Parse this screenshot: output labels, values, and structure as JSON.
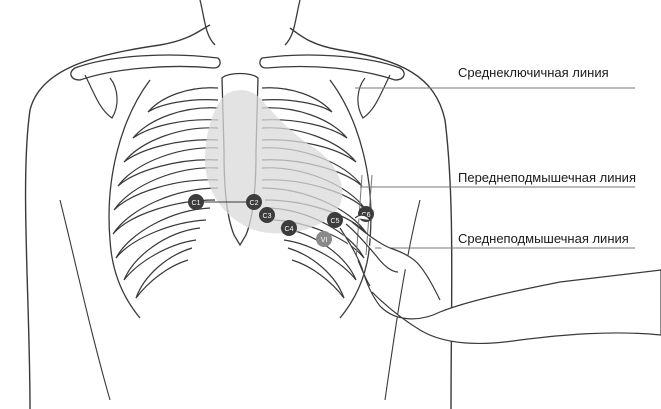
{
  "labels": {
    "midclavicular": "Среднеключичная линия",
    "anterior_axillary": "Переднеподмышечная линия",
    "mid_axillary": "Среднеподмышечная линия"
  },
  "electrodes": {
    "c1": "C1",
    "c2": "C2",
    "c3": "C3",
    "c4": "C4",
    "c5": "C5",
    "c6": "C6",
    "v": "VI"
  },
  "colors": {
    "outline": "#3a3a3a",
    "heart": "#d9d9d9",
    "electrode": "#3c3c3c",
    "electrode_light": "#8a8a8a",
    "guide_line": "#777777"
  }
}
